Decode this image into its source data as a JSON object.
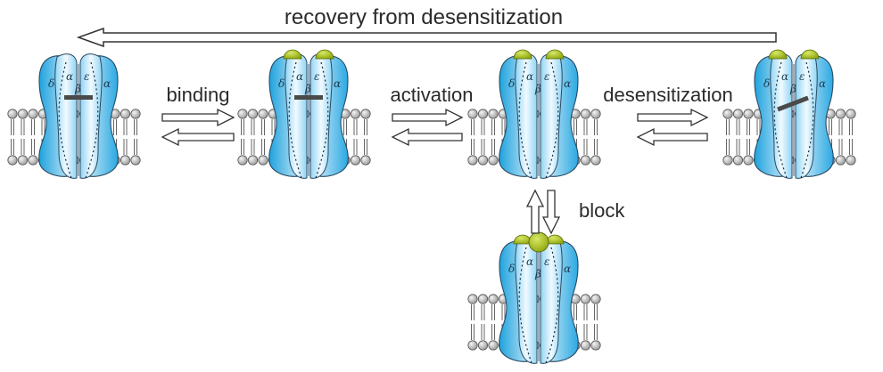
{
  "diagram": {
    "top_label": "recovery from desensitization",
    "step_labels": {
      "binding": "binding",
      "activation": "activation",
      "desensitization": "desensitization",
      "block": "block"
    },
    "subunits": {
      "delta": "δ",
      "alpha": "α",
      "epsilon": "ε",
      "beta": "β"
    }
  },
  "colors": {
    "receptor_light": "#cfeaf8",
    "receptor_mid": "#6cc6ee",
    "receptor_dark": "#1ea2de",
    "outline": "#2a4a62",
    "agonist": "#a8c21a",
    "membrane_head": "#c8c8c8",
    "gate_bar": "#4a4a4a"
  }
}
